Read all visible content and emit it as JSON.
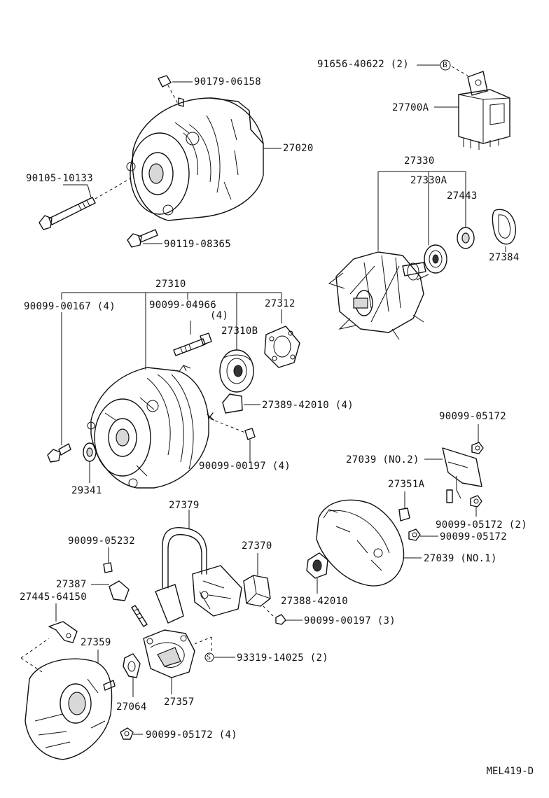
{
  "diagram_code": "MEL419-D",
  "labels": {
    "p91656": "91656-40622 (2)",
    "b_marker": "B",
    "p27700A": "27700A",
    "p90179": "90179-06158",
    "p27020": "27020",
    "p90105": "90105-10133",
    "p90119": "90119-08365",
    "p27330": "27330",
    "p27330A": "27330A",
    "p27443": "27443",
    "p27384": "27384",
    "p27310": "27310",
    "p90099_00167": "90099-00167 (4)",
    "p90099_04966": "90099-04966",
    "p90099_04966_qty": "(4)",
    "p27312": "27312",
    "p27310B": "27310B",
    "p27389": "27389-42010 (4)",
    "p90099_00197_4": "90099-00197 (4)",
    "p29341": "29341",
    "p90099_05172_top": "90099-05172",
    "p27039_no2": "27039 (NO.2)",
    "p27351A": "27351A",
    "p90099_05172_2": "90099-05172 (2)",
    "p90099_05172_mid": "90099-05172",
    "p27039_no1": "27039 (NO.1)",
    "p27379": "27379",
    "p90099_05232": "90099-05232",
    "p27370": "27370",
    "p27387": "27387",
    "p27445": "27445-64150",
    "p27388": "27388-42010",
    "p90099_00197_3": "90099-00197 (3)",
    "p27359": "27359",
    "p93319": "93319-14025 (2)",
    "s_marker": "S",
    "p27064": "27064",
    "p27357": "27357",
    "p90099_05172_4": "90099-05172 (4)"
  }
}
